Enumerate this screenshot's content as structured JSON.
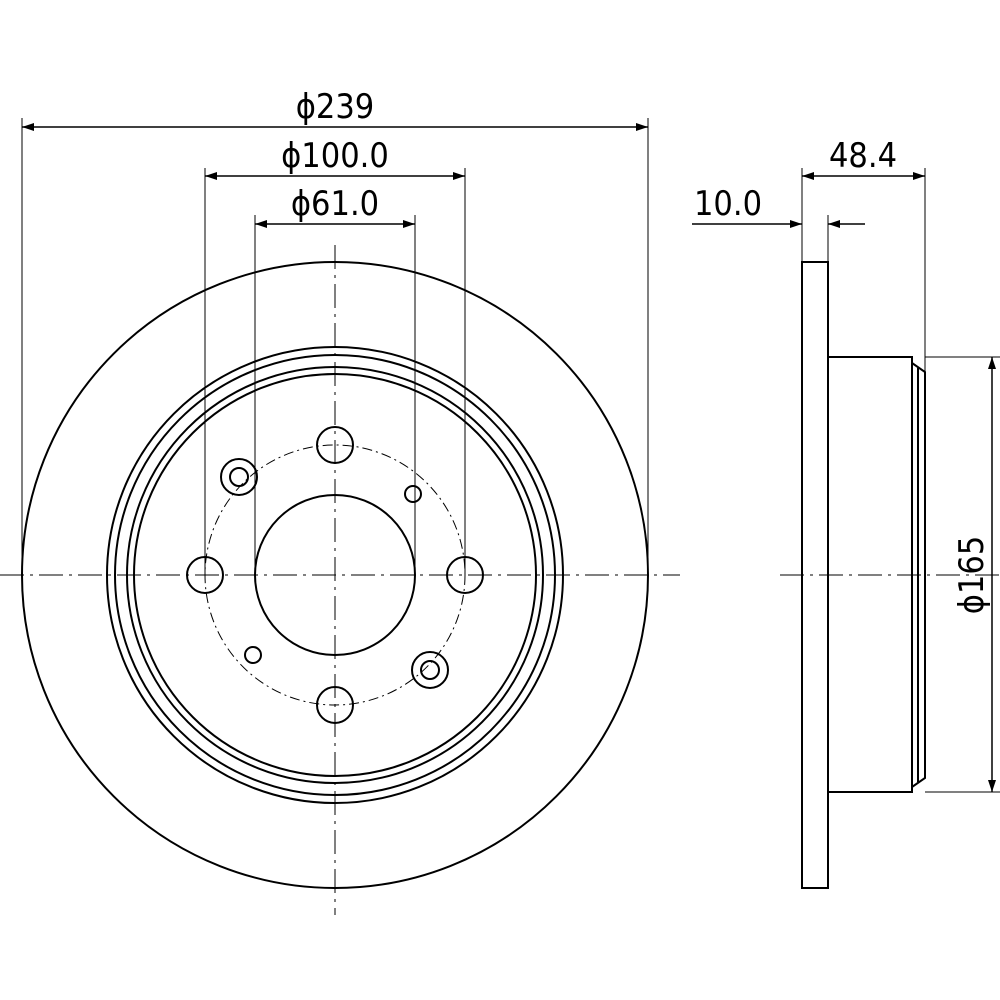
{
  "dimensions": {
    "outer_diameter": "ϕ239",
    "bolt_circle_diameter": "ϕ100.0",
    "center_bore_diameter": "ϕ61.0",
    "disc_thickness": "10.0",
    "overall_height": "48.4",
    "hat_diameter": "ϕ165"
  },
  "colors": {
    "line": "#000000",
    "background": "#ffffff"
  }
}
